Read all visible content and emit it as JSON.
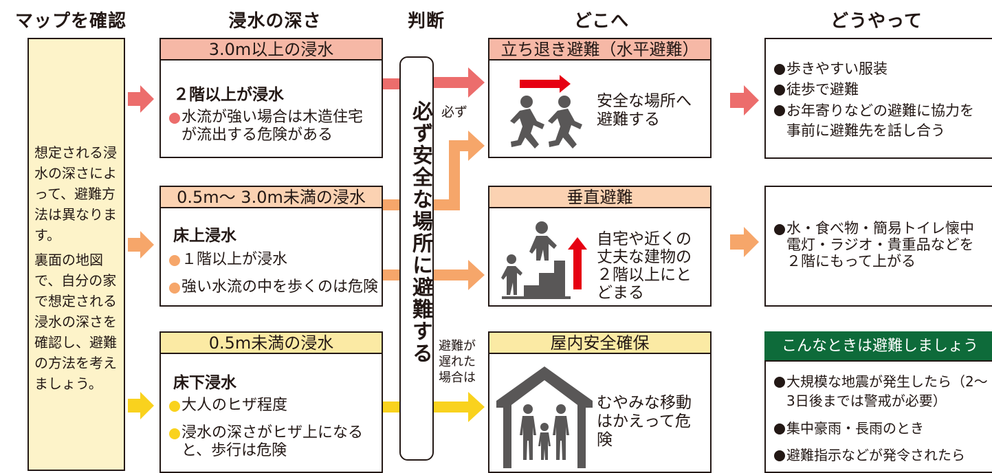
{
  "headers": {
    "map_check": "マップを確認",
    "depth": "浸水の深さ",
    "judgement": "判断",
    "where": "どこへ",
    "how": "どうやって"
  },
  "intro": {
    "para1": "想定される浸水の深さによって、避難方法は異なります。",
    "para2": "裏面の地図で、自分の家で想定される浸水の深さを確認し、避難の方法を考えましょう。"
  },
  "depth_levels": [
    {
      "band": "3.0m以上の浸水",
      "title": "２階以上が浸水",
      "points": [
        "水流が強い場合は木造住宅が流出する危険がある"
      ],
      "band_color": "#f6b8a6",
      "arrow_color": "#ec6d6c"
    },
    {
      "band": "0.5m～ 3.0m未満の浸水",
      "title": "床上浸水",
      "points": [
        "１階以上が浸水",
        "強い水流の中を歩くのは危険"
      ],
      "band_color": "#fbd2b2",
      "arrow_color": "#f6a66a"
    },
    {
      "band": "0.5m未満の浸水",
      "title": "床下浸水",
      "points": [
        "大人のヒザ程度",
        "浸水の深さがヒザ上になると、歩行は危険"
      ],
      "band_color": "#fbeaa4",
      "arrow_color": "#f9d21e"
    }
  ],
  "judgement": {
    "main": "必ず安全な場所に避難する",
    "note_top": "必ず",
    "note_bottom": "避難が遅れた場合は"
  },
  "where": [
    {
      "band": "立ち退き避難（水平避難）",
      "text": "安全な場所へ避難する",
      "icon": "running-people-icon"
    },
    {
      "band": "垂直避難",
      "text": "自宅や近くの丈夫な建物の２階以上にとどまる",
      "icon": "climbing-stairs-icon"
    },
    {
      "band": "屋内安全確保",
      "text": "むやみな移動はかえって危険",
      "icon": "family-in-house-icon"
    }
  ],
  "how": [
    {
      "items": [
        "歩きやすい服装",
        "徒歩で避難",
        "お年寄りなどの避難に協力を事前に避難先を話し合う"
      ]
    },
    {
      "items": [
        "水・食べ物・簡易トイレ懐中電灯・ラジオ・貴重品などを２階にもって上がる"
      ]
    }
  ],
  "when_box": {
    "title": "こんなときは避難しましょう",
    "items": [
      "大規模な地震が発生したら（2～3日後までは警戒が必要）",
      "集中豪雨・長雨のとき",
      "避難指示などが発令されたら"
    ],
    "title_bg": "#0e6b3a"
  },
  "colors": {
    "bullet": "#231815",
    "orange_dot": "#f6a66a",
    "pink_dot": "#ec6d6c",
    "yellow_dot": "#f9d21e",
    "intro_bg": "#fdf3c9"
  }
}
